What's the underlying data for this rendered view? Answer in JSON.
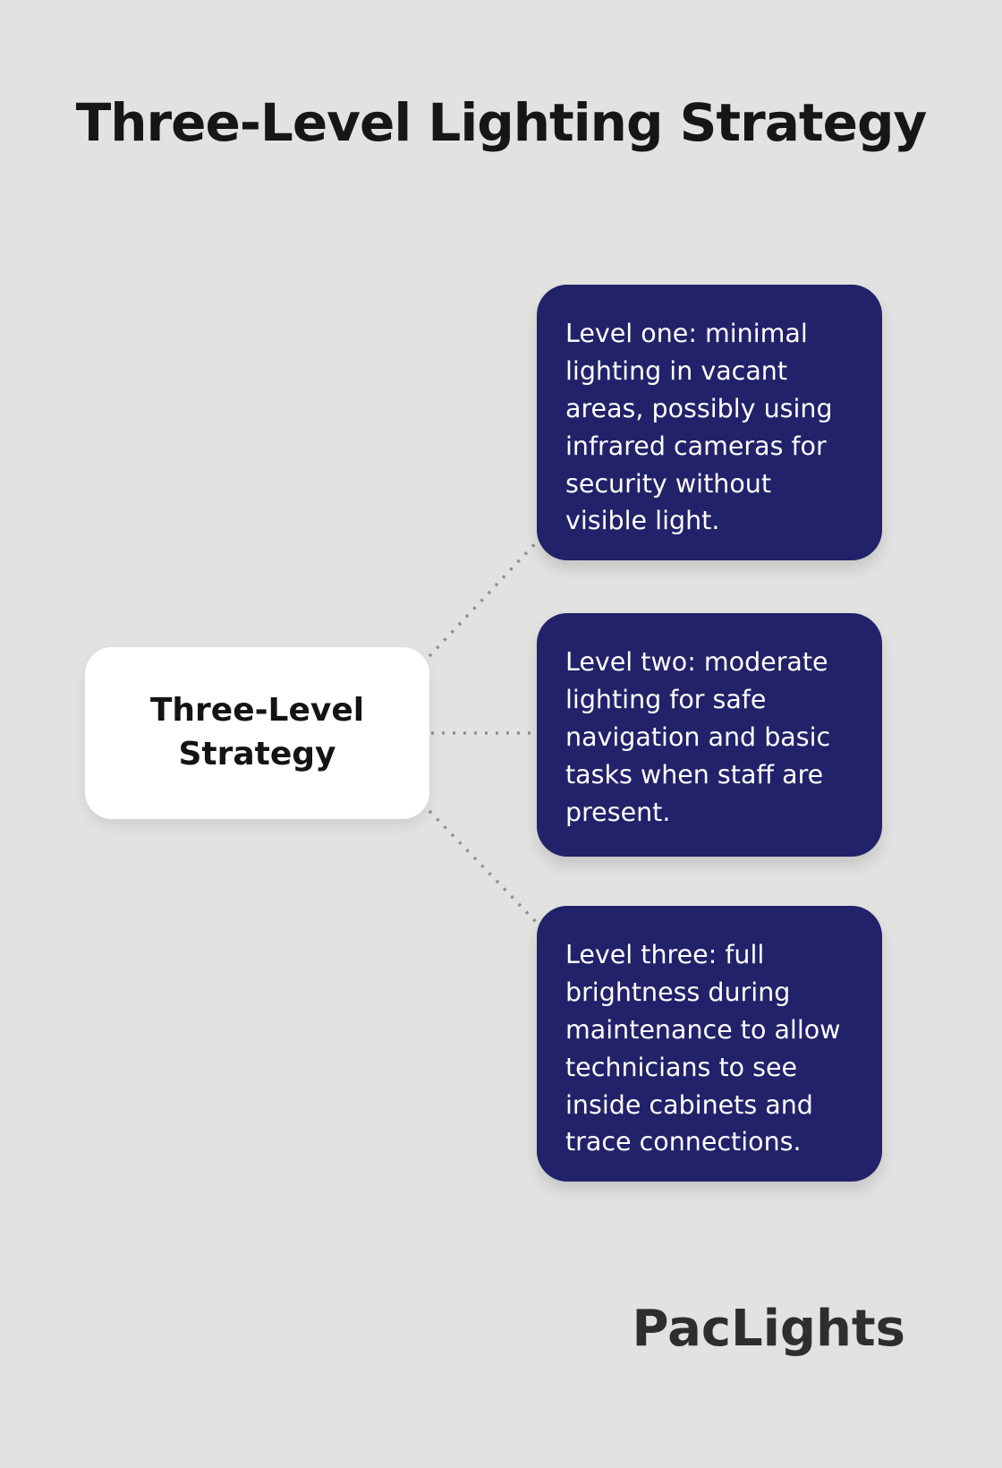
{
  "title": "Three-Level Lighting Strategy",
  "center_node": {
    "label": "Three-Level Strategy"
  },
  "levels": [
    {
      "text": "Level one: minimal lighting in vacant areas, possibly using infrared cameras for security without visible light."
    },
    {
      "text": "Level two: moderate lighting for safe navigation and basic tasks when staff are present."
    },
    {
      "text": "Level three: full brightness during maintenance to allow technicians to see inside cabinets and trace connections."
    }
  ],
  "brand": "PacLights",
  "colors": {
    "background": "#e2e2e1",
    "title_text": "#161616",
    "level_box": "#22226a",
    "level_text": "#ffffff",
    "center_bg": "#ffffff",
    "center_text": "#141414",
    "connector": "#8f8f8f",
    "brand_text": "#2e2e2e"
  }
}
